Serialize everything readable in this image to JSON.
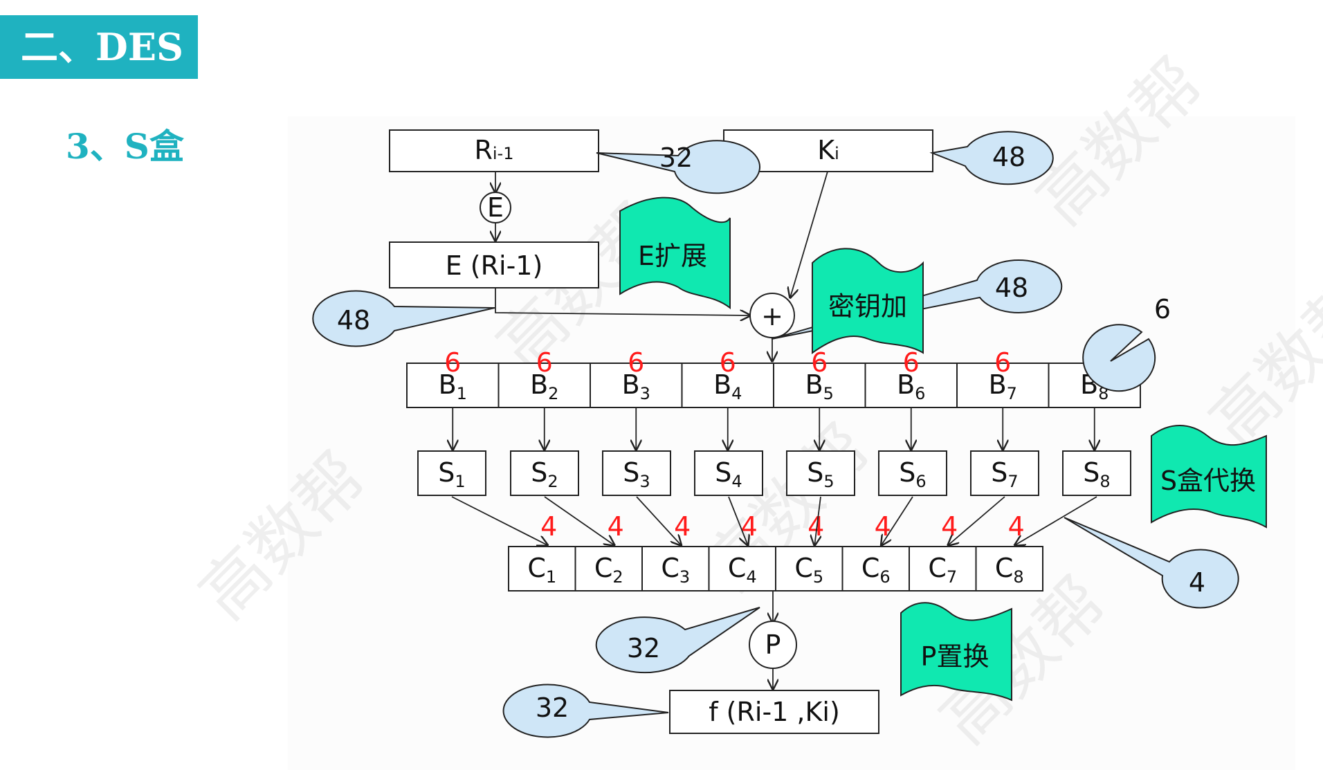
{
  "header": {
    "tag": "二、DES",
    "subtitle": "3、S盒"
  },
  "diagram": {
    "r_input": {
      "main": "R",
      "sub": "i-1"
    },
    "k_input": {
      "main": "K",
      "sub": "i"
    },
    "e_circle": "E",
    "e_box": "E (Ri-1)",
    "xor": "+",
    "p_circle": "P",
    "f_box": "f (Ri-1 ,Ki)",
    "b_boxes": [
      {
        "main": "B",
        "sub": "1"
      },
      {
        "main": "B",
        "sub": "2"
      },
      {
        "main": "B",
        "sub": "3"
      },
      {
        "main": "B",
        "sub": "4"
      },
      {
        "main": "B",
        "sub": "5"
      },
      {
        "main": "B",
        "sub": "6"
      },
      {
        "main": "B",
        "sub": "7"
      },
      {
        "main": "B",
        "sub": "8"
      }
    ],
    "s_boxes": [
      {
        "main": "S",
        "sub": "1"
      },
      {
        "main": "S",
        "sub": "2"
      },
      {
        "main": "S",
        "sub": "3"
      },
      {
        "main": "S",
        "sub": "4"
      },
      {
        "main": "S",
        "sub": "5"
      },
      {
        "main": "S",
        "sub": "6"
      },
      {
        "main": "S",
        "sub": "7"
      },
      {
        "main": "S",
        "sub": "8"
      }
    ],
    "c_boxes": [
      {
        "main": "C",
        "sub": "1"
      },
      {
        "main": "C",
        "sub": "2"
      },
      {
        "main": "C",
        "sub": "3"
      },
      {
        "main": "C",
        "sub": "4"
      },
      {
        "main": "C",
        "sub": "5"
      },
      {
        "main": "C",
        "sub": "6"
      },
      {
        "main": "C",
        "sub": "7"
      },
      {
        "main": "C",
        "sub": "8"
      }
    ],
    "b_bits": "6",
    "c_bits": "4",
    "callouts": {
      "r_bits": "32",
      "k_bits": "48",
      "e_bits": "48",
      "key_bits": "48",
      "b_group_bits": "6",
      "s_out_bits": "4",
      "c_bits_total": "32",
      "f_bits": "32"
    },
    "flags": {
      "e_expand": "E扩展",
      "key_add": "密钥加",
      "s_sub": "S盒代换",
      "p_perm": "P置换"
    },
    "watermark": "高数帮"
  }
}
